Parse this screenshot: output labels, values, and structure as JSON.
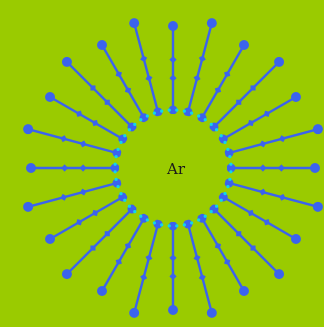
{
  "center": {
    "label": "Ar"
  },
  "rays": {
    "count": 24,
    "count_per_side": 12
  },
  "colors": {
    "background": "#9acb00",
    "ray": "#3b63ee",
    "ring_dot": "#12d6e8",
    "center_fill": "#9acb00",
    "label": "#1a1a1a"
  }
}
